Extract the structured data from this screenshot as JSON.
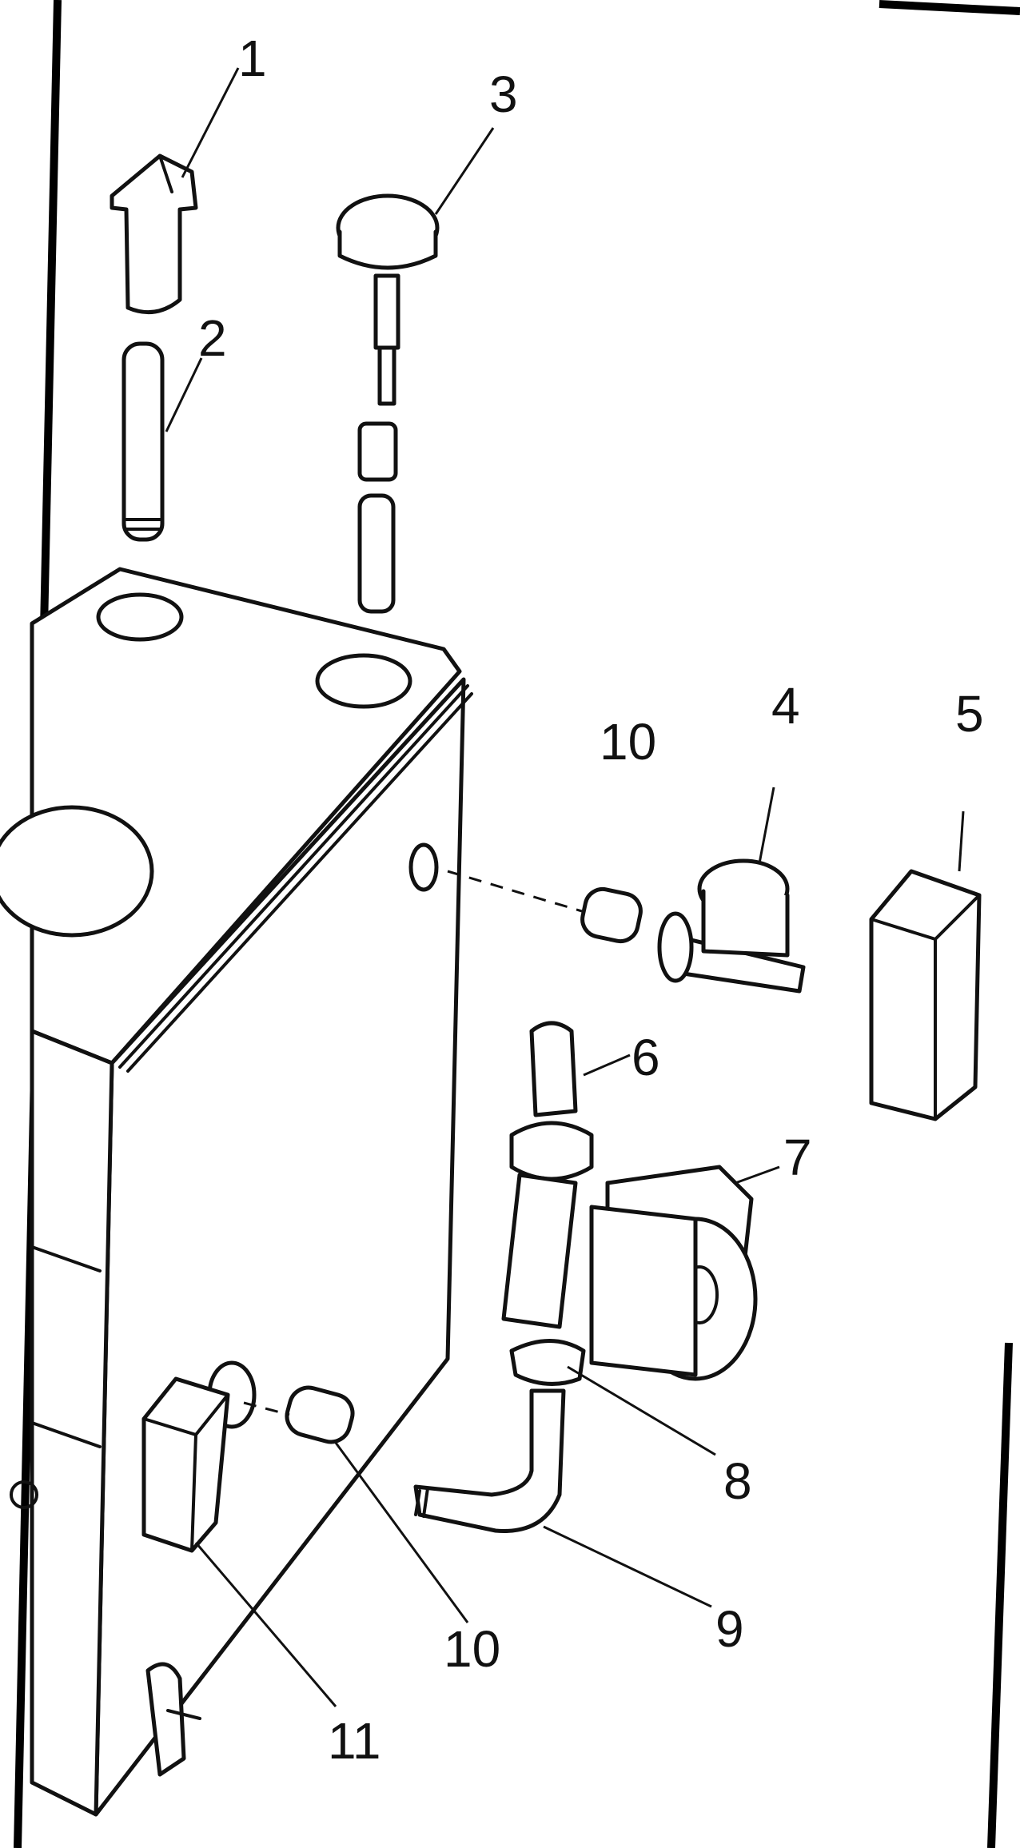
{
  "diagram": {
    "type": "exploded-parts-drawing",
    "colors": {
      "ink": "#111111",
      "paper": "#ffffff"
    },
    "callouts": [
      {
        "id": "c1",
        "text": "1"
      },
      {
        "id": "c2",
        "text": "2"
      },
      {
        "id": "c3",
        "text": "3"
      },
      {
        "id": "c4",
        "text": "4"
      },
      {
        "id": "c5",
        "text": "5"
      },
      {
        "id": "c6",
        "text": "6"
      },
      {
        "id": "c7",
        "text": "7"
      },
      {
        "id": "c8",
        "text": "8"
      },
      {
        "id": "c9",
        "text": "9"
      },
      {
        "id": "c10a",
        "text": "10"
      },
      {
        "id": "c10b",
        "text": "10"
      },
      {
        "id": "c11",
        "text": "11"
      }
    ]
  }
}
